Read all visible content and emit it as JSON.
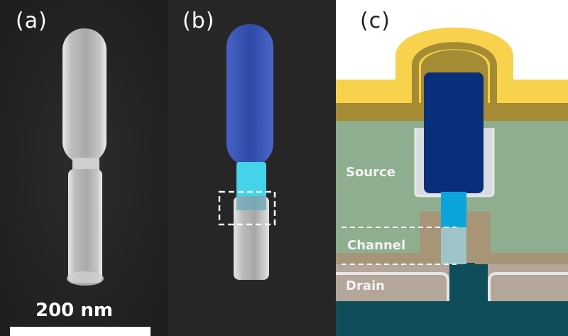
{
  "panels": {
    "a": {
      "label": "(a)"
    },
    "b": {
      "label": "(b)"
    },
    "c": {
      "label": "(c)"
    }
  },
  "scale_bar": {
    "label": "200 nm"
  },
  "regions": {
    "source": "Source",
    "channel": "Channel",
    "drain": "Drain"
  },
  "colors": {
    "sem_background": "#262626",
    "nanowire_gray": "#cfcfcf",
    "top_contact_blue": "#2b4aa8",
    "channel_cyan": "#3fd0e8",
    "source_green": "#8fae90",
    "gold_contact": "#f7d34f",
    "dark_gold": "#a58d34",
    "tan_spacer": "#a69576",
    "drain_beige": "#b6a69a",
    "substrate_teal": "#0f4d5a",
    "core_navy": "#0a2f7a",
    "core_cyan": "#0ba5db"
  }
}
